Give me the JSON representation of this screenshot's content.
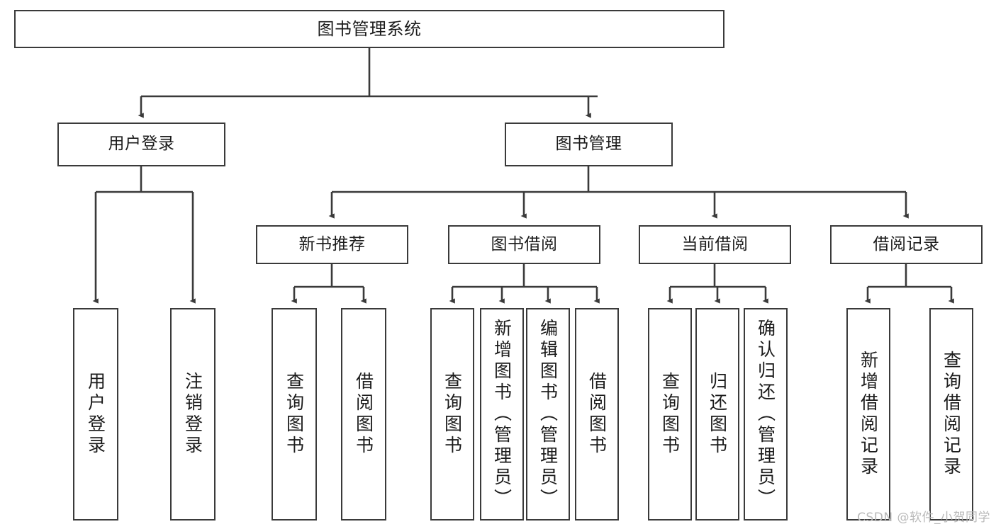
{
  "diagram": {
    "title": "图书管理系统",
    "type": "tree",
    "line_color": "#3a3a3a",
    "box_fill": "#ffffff",
    "text_color": "#1b1b1b"
  },
  "nodes": {
    "root": {
      "label": "图书管理系统"
    },
    "level1": [
      {
        "id": "user-login",
        "label": "用户登录"
      },
      {
        "id": "book-manage",
        "label": "图书管理"
      }
    ],
    "level2": [
      {
        "id": "new-book-rec",
        "label": "新书推荐"
      },
      {
        "id": "book-borrow",
        "label": "图书借阅"
      },
      {
        "id": "current-borrow",
        "label": "当前借阅"
      },
      {
        "id": "borrow-record",
        "label": "借阅记录"
      }
    ],
    "leaves": {
      "user_login": [
        {
          "id": "leaf-user-login",
          "label": "用户登录"
        },
        {
          "id": "leaf-logout",
          "label": "注销登录"
        }
      ],
      "new_book_rec": [
        {
          "id": "leaf-query-book-1",
          "label": "查询图书"
        },
        {
          "id": "leaf-borrow-book-1",
          "label": "借阅图书"
        }
      ],
      "book_borrow": [
        {
          "id": "leaf-query-book-2",
          "label": "查询图书"
        },
        {
          "id": "leaf-add-book",
          "label": "新增图书（管理员）"
        },
        {
          "id": "leaf-edit-book",
          "label": "编辑图书（管理员）"
        },
        {
          "id": "leaf-borrow-book-2",
          "label": "借阅图书"
        }
      ],
      "current_borrow": [
        {
          "id": "leaf-query-book-3",
          "label": "查询图书"
        },
        {
          "id": "leaf-return-book",
          "label": "归还图书"
        },
        {
          "id": "leaf-confirm-return",
          "label": "确认归还（管理员）"
        }
      ],
      "borrow_record": [
        {
          "id": "leaf-add-record",
          "label": "新增借阅记录"
        },
        {
          "id": "leaf-query-record",
          "label": "查询借阅记录"
        }
      ]
    }
  },
  "watermark": {
    "text": "CSDN @软件_小贺同学"
  }
}
